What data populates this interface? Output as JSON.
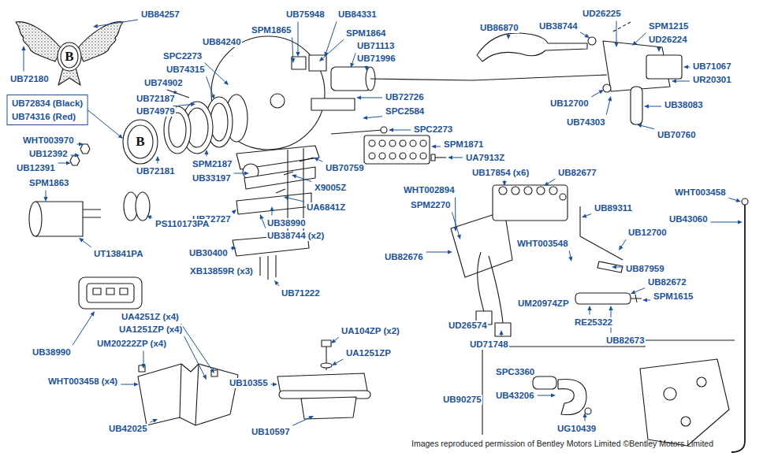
{
  "diagram": {
    "caption": "Images reproduced permission of Bentley Motors Limited ©Bentley Motors Limited",
    "labels": [
      "UB84257",
      "UB72180",
      "UB75948",
      "UB84331",
      "SPM1865",
      "SPM1864",
      "UB84240",
      "UB71113",
      "UB71996",
      "SPC2273",
      "UB74315",
      "UB74902",
      "UB72834 (Black)",
      "UB74316 (Red)",
      "UB72187",
      "UB74979",
      "WHT003970",
      "UB12392",
      "UB12391",
      "UB72181",
      "SPM2187",
      "UB33197",
      "SPM1863",
      "UB72726",
      "SPC2584",
      "SPC2273",
      "SPM1871",
      "UA7913Z",
      "UB70759",
      "X9005Z",
      "UA6841Z",
      "UB72727",
      "UB38990",
      "UB38744 (x2)",
      "PS110173PA",
      "UT13841PA",
      "UB30400",
      "XB13859R (x3)",
      "UB71222",
      "UB38990",
      "UA4251Z (x4)",
      "UA1251ZP (x4)",
      "UM20222ZP (x4)",
      "WHT003458 (x4)",
      "UB42025",
      "UA104ZP (x2)",
      "UA1251ZP",
      "UB10355",
      "UB10597",
      "UB86870",
      "UB38744",
      "UD26225",
      "SPM1215",
      "UD26224",
      "UB71067",
      "UR20301",
      "UB12700",
      "UB38083",
      "UB74303",
      "UB70760",
      "UB17854 (x6)",
      "UB82677",
      "WHT002894",
      "SPM2270",
      "UB89311",
      "WHT003458",
      "UB43060",
      "UB12700",
      "WHT003548",
      "UB82676",
      "UB87959",
      "UB82672",
      "UM20974ZP",
      "SPM1615",
      "RE25322",
      "UD26574",
      "UD71748",
      "UB82673",
      "SPC3360",
      "UB90275",
      "UB43206",
      "UG10439",
      "B",
      "B"
    ]
  }
}
